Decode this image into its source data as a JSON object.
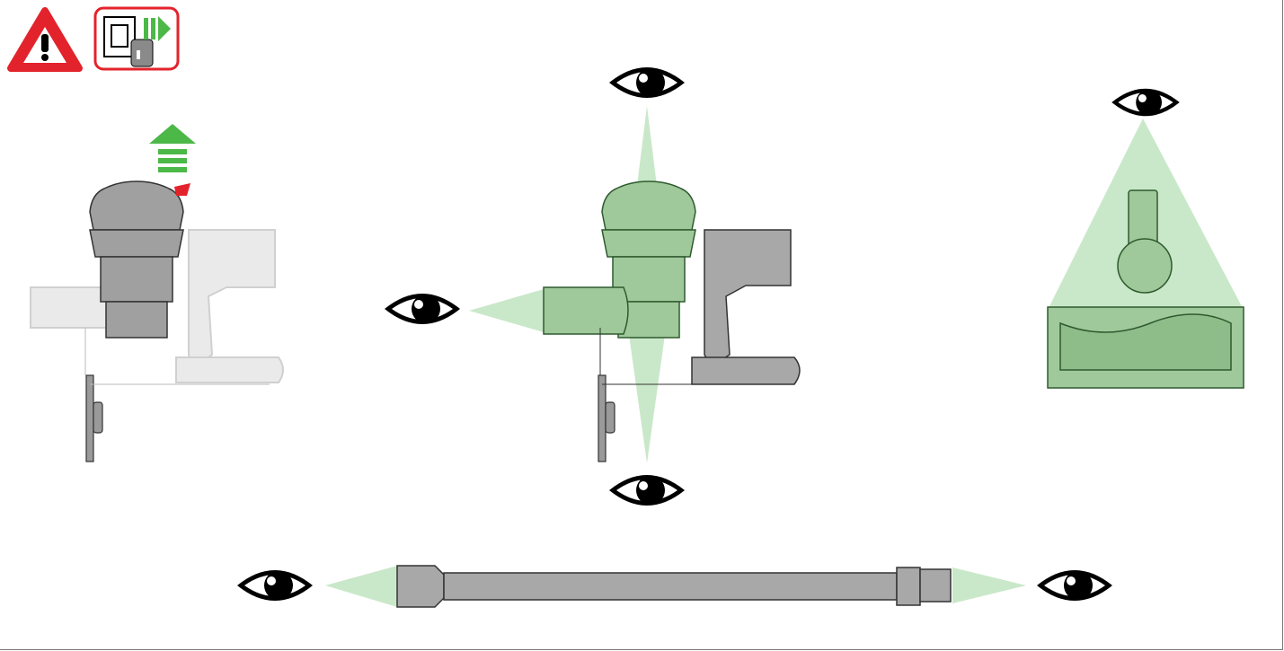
{
  "colors": {
    "warning_red": "#e3232b",
    "highlight_green": "#9fc99a",
    "sight_cone": "#c9e8c9",
    "arrow_green": "#4cb848",
    "part_grey": "#a8a8a8",
    "faded_grey": "#e6e6e6",
    "eye": "#000000"
  },
  "icons": [
    "warning-triangle-icon",
    "unplug-charger-icon",
    "eye-icon"
  ],
  "panels": [
    {
      "name": "remove-cyclone-step",
      "highlight": "none"
    },
    {
      "name": "inspect-cyclone-bin",
      "highlight": "green"
    },
    {
      "name": "inspect-cleaner-head",
      "highlight": "green"
    },
    {
      "name": "inspect-wand-tube",
      "highlight": "none"
    }
  ]
}
